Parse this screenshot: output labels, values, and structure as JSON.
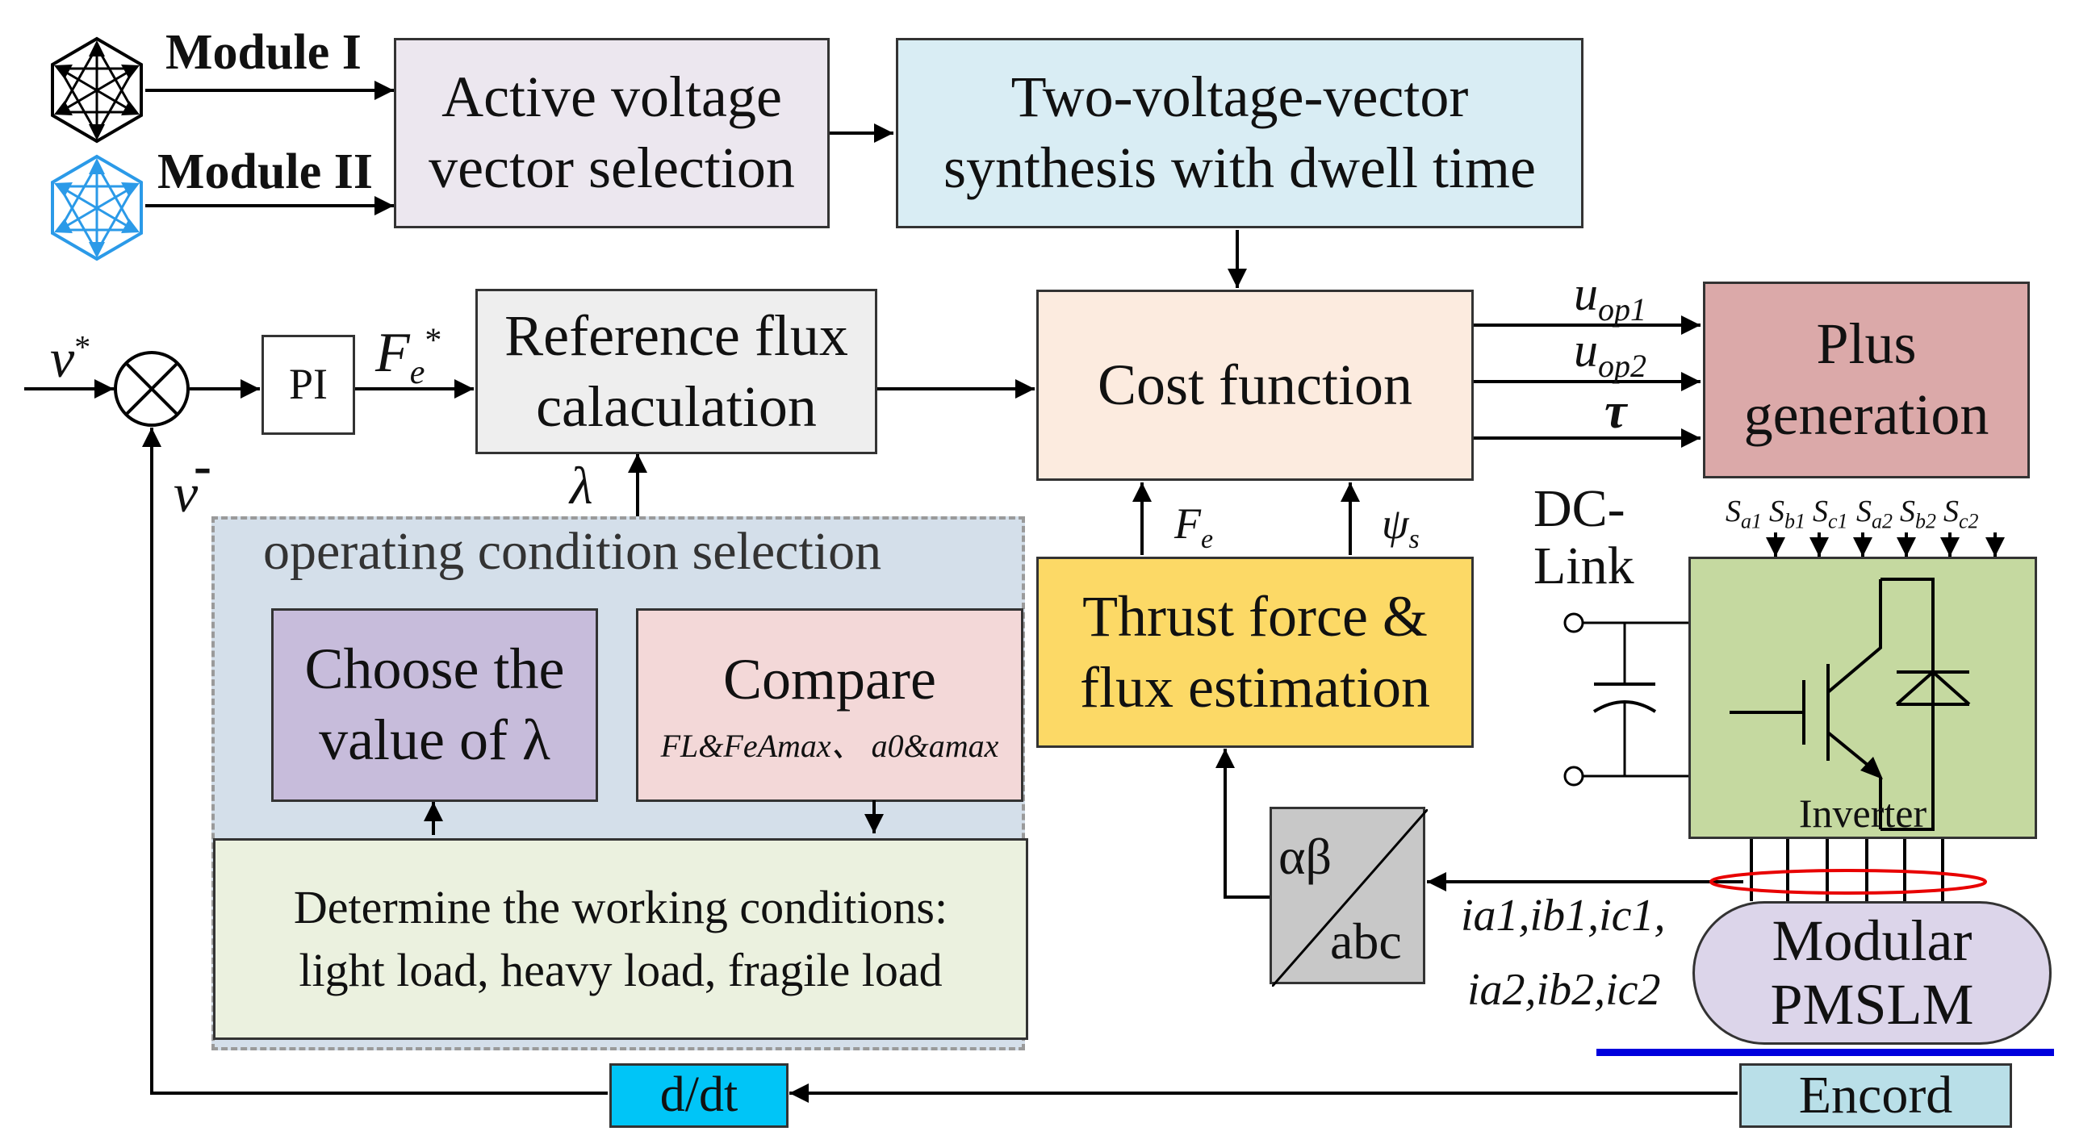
{
  "diagram": {
    "inputs": {
      "module_1": "Module I",
      "module_2": "Module II",
      "v_ref": "v",
      "v_ref_sup": "*",
      "v_fb": "v",
      "v_fb_sup": "-"
    },
    "blocks": {
      "active_voltage": [
        "Active voltage",
        "vector selection"
      ],
      "two_vector": [
        "Two-voltage-vector",
        "synthesis with dwell time"
      ],
      "pi": "PI",
      "fe_ref": "F",
      "fe_ref_sub": "e",
      "fe_ref_sup": "*",
      "reference_flux": [
        "Reference flux",
        "calaculation"
      ],
      "lambda": "λ",
      "cost_function": "Cost function",
      "plus_generation": [
        "Plus",
        "generation"
      ],
      "thrust_estimation": [
        "Thrust force &",
        "flux estimation"
      ],
      "dc_link": [
        "DC-",
        "Link"
      ],
      "inverter": "Inverter",
      "alpha_beta": "αβ",
      "abc": "abc",
      "modular_pmslm": [
        "Modular",
        "PMSLM"
      ],
      "encord": "Encord",
      "ddt": "d/dt"
    },
    "outputs": {
      "u_op1": "u",
      "u_op1_sub": "op1",
      "u_op2": "u",
      "u_op2_sub": "op2",
      "tau": "τ"
    },
    "estimates": {
      "fe": "F",
      "fe_sub": "e",
      "psi": "ψ",
      "psi_sub": "s"
    },
    "switch_signals": [
      {
        "s": "S",
        "sub": "a1"
      },
      {
        "s": "S",
        "sub": "b1"
      },
      {
        "s": "S",
        "sub": "c1"
      },
      {
        "s": "S",
        "sub": "a2"
      },
      {
        "s": "S",
        "sub": "b2"
      },
      {
        "s": "S",
        "sub": "c2"
      }
    ],
    "currents": {
      "line1": "ia1,ib1,ic1,",
      "line2": "ia2,ib2,ic2"
    },
    "operating_condition": {
      "title": "operating condition selection",
      "choose": [
        "Choose the",
        "value of λ"
      ],
      "compare_title": "Compare",
      "compare_sub": "FL&FeAmax、 a0&amax",
      "determine": [
        "Determine the working conditions:",
        "light load, heavy load, fragile load"
      ]
    },
    "colors": {
      "active_voltage": "#ece7ef",
      "two_vector": "#d9edf4",
      "reference_flux": "#eeeeee",
      "cost_function": "#fcebdf",
      "plus_generation": "#dba9a9",
      "thrust_estimation": "#fcd966",
      "inverter": "#c5d9a0",
      "alpha_beta": "#c8c8c8",
      "modular_pmslm": "#dcd5ea",
      "encord": "#b9dfe8",
      "ddt": "#00c5f7",
      "operating_region": "#d4dfea",
      "choose": "#c7bcdb",
      "compare": "#f3d8d8",
      "determine": "#ebf1df",
      "rail": "#0000dd",
      "ellipse": "#e80000",
      "module_2_icon": "#2b9ae8"
    }
  }
}
